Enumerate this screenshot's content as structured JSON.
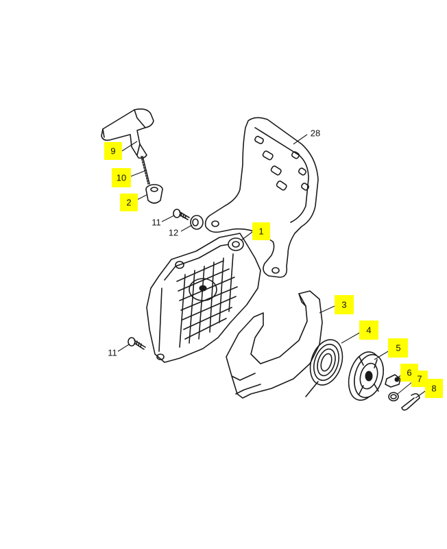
{
  "colors": {
    "highlight": "#ffff00",
    "line": "#1a1a1a",
    "background": "#ffffff"
  },
  "callouts": [
    {
      "id": "9",
      "text": "9",
      "highlighted": true
    },
    {
      "id": "10",
      "text": "10",
      "highlighted": true
    },
    {
      "id": "2",
      "text": "2",
      "highlighted": true
    },
    {
      "id": "11a",
      "text": "11",
      "highlighted": false
    },
    {
      "id": "12",
      "text": "12",
      "highlighted": false
    },
    {
      "id": "28",
      "text": "28",
      "highlighted": false
    },
    {
      "id": "1",
      "text": "1",
      "highlighted": true
    },
    {
      "id": "3",
      "text": "3",
      "highlighted": true
    },
    {
      "id": "4",
      "text": "4",
      "highlighted": true
    },
    {
      "id": "5",
      "text": "5",
      "highlighted": true
    },
    {
      "id": "6",
      "text": "6",
      "highlighted": true
    },
    {
      "id": "7",
      "text": "7",
      "highlighted": true
    },
    {
      "id": "8",
      "text": "8",
      "highlighted": true
    },
    {
      "id": "11b",
      "text": "11",
      "highlighted": false
    }
  ]
}
